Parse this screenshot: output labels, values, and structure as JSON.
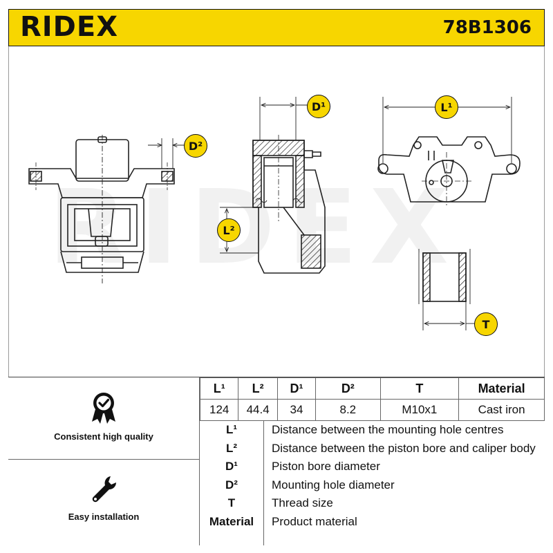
{
  "header": {
    "brand": "RIDEX",
    "part_number": "78B1306",
    "accent_color": "#f7d600"
  },
  "drawing": {
    "watermark": "RIDEX",
    "tags": {
      "d2_front": "D²",
      "d1_side": "D¹",
      "l2_side": "L²",
      "l1_top": "L¹",
      "t_sleeve": "T"
    }
  },
  "features": [
    {
      "label": "Consistent high quality",
      "icon": "quality-badge-icon"
    },
    {
      "label": "Easy installation",
      "icon": "wrench-icon"
    }
  ],
  "spec_table": {
    "headers": [
      "L¹",
      "L²",
      "D¹",
      "D²",
      "T",
      "Material"
    ],
    "values": [
      "124",
      "44.4",
      "34",
      "8.2",
      "M10x1",
      "Cast iron"
    ]
  },
  "legend": [
    {
      "key": "L¹",
      "text": "Distance between the mounting hole centres"
    },
    {
      "key": "L²",
      "text": "Distance between the piston bore and caliper body"
    },
    {
      "key": "D¹",
      "text": "Piston bore diameter"
    },
    {
      "key": "D²",
      "text": "Mounting hole diameter"
    },
    {
      "key": "T",
      "text": "Thread size"
    },
    {
      "key": "Material",
      "text": "Product material"
    }
  ]
}
